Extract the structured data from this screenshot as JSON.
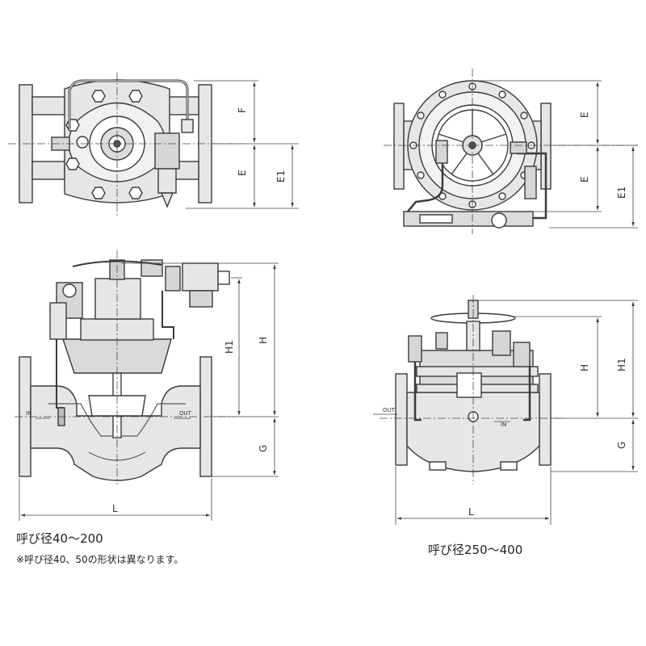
{
  "captions": {
    "left_title": "呼び径40～200",
    "left_note": "※呼び径40、50の形状は異なります。",
    "right_title": "呼び径250～400"
  },
  "dimensions": {
    "F": "F",
    "E": "E",
    "E1": "E1",
    "H": "H",
    "H1": "H1",
    "G": "G",
    "L": "L"
  },
  "flow_labels": {
    "in": "IN",
    "out": "OUT"
  },
  "colors": {
    "line": "#3a3a3a",
    "fill": "#e6e6e6",
    "dark_fill": "#bdbdbd"
  }
}
